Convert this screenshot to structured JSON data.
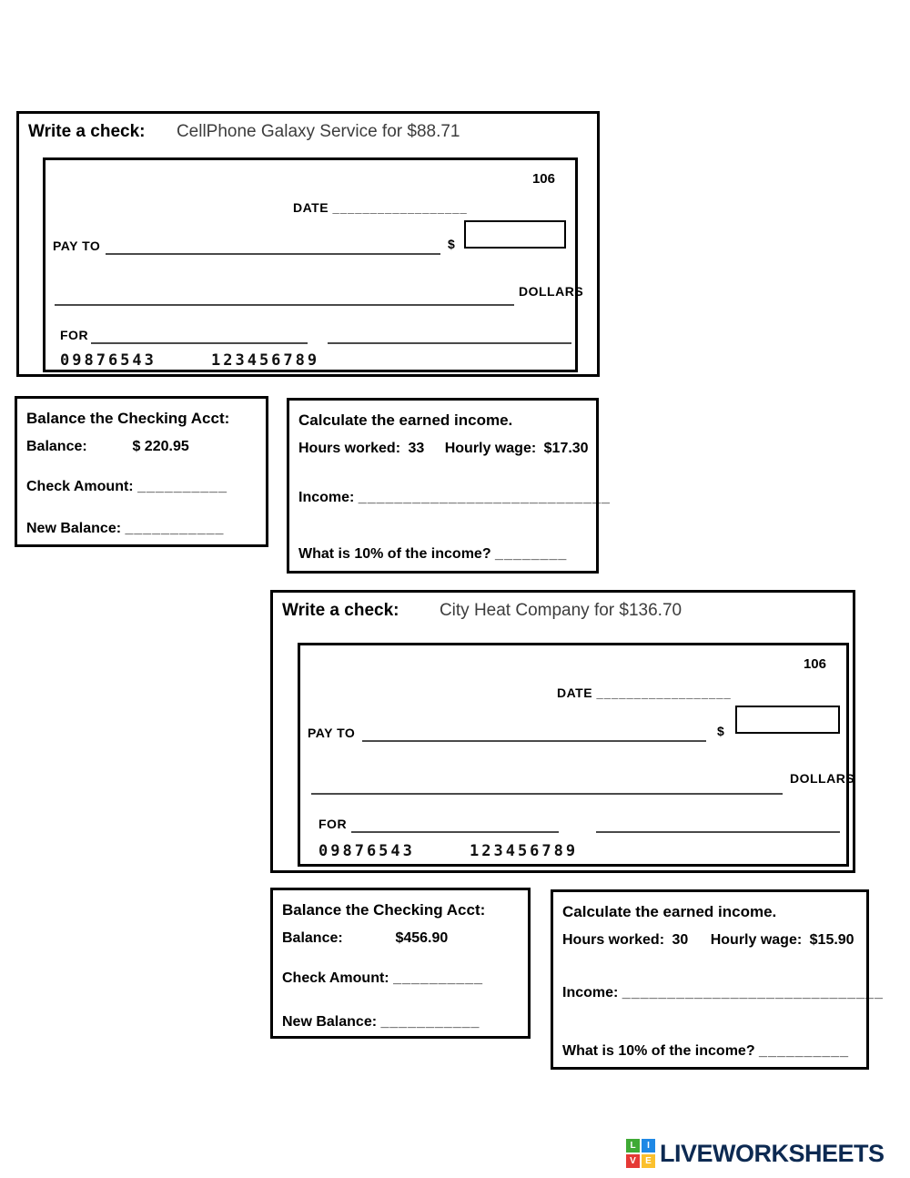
{
  "check_sections": [
    {
      "header_label": "Write a check:",
      "payee_text": "CellPhone Galaxy Service for $88.71",
      "check_number": "106",
      "date_label": "DATE",
      "date_blank": "__________________",
      "pay_to_label": "PAY TO",
      "dollar_sign": "$",
      "dollars_label": "DOLLARS",
      "for_label": "FOR",
      "routing_number": "09876543",
      "account_number": "123456789"
    },
    {
      "header_label": "Write a check:",
      "payee_text": "City Heat Company for $136.70",
      "check_number": "106",
      "date_label": "DATE",
      "date_blank": "__________________",
      "pay_to_label": "PAY TO",
      "dollar_sign": "$",
      "dollars_label": "DOLLARS",
      "for_label": "FOR",
      "routing_number": "09876543",
      "account_number": "123456789"
    }
  ],
  "balance_boxes": [
    {
      "title": "Balance the Checking Acct:",
      "balance_label": "Balance:",
      "balance_value": "$ 220.95",
      "check_amount_label": "Check Amount:",
      "check_amount_blank": "__________",
      "new_balance_label": "New Balance:",
      "new_balance_blank": "___________"
    },
    {
      "title": "Balance the Checking Acct:",
      "balance_label": "Balance:",
      "balance_value": "$456.90",
      "check_amount_label": "Check Amount:",
      "check_amount_blank": "__________",
      "new_balance_label": "New Balance:",
      "new_balance_blank": "___________"
    }
  ],
  "income_boxes": [
    {
      "title": "Calculate the earned income.",
      "hours_label": "Hours worked:",
      "hours_value": "33",
      "wage_label": "Hourly wage:",
      "wage_value": "$17.30",
      "income_label": "Income:",
      "income_blank": "____________________________",
      "question_label": "What is 10% of the income?",
      "question_blank": "________"
    },
    {
      "title": "Calculate the earned income.",
      "hours_label": "Hours worked:",
      "hours_value": "30",
      "wage_label": "Hourly wage:",
      "wage_value": "$15.90",
      "income_label": "Income:",
      "income_blank": "_____________________________",
      "question_label": "What is 10% of the income?",
      "question_blank": "__________"
    }
  ],
  "footer": {
    "brand_text": "LIVEWORKSHEETS",
    "brand_color": "#0d2a52",
    "logo": {
      "letters": [
        "L",
        "I",
        "V",
        "E"
      ],
      "colors": [
        "#3faa35",
        "#1e88e5",
        "#e53935",
        "#fbc02d"
      ]
    }
  }
}
